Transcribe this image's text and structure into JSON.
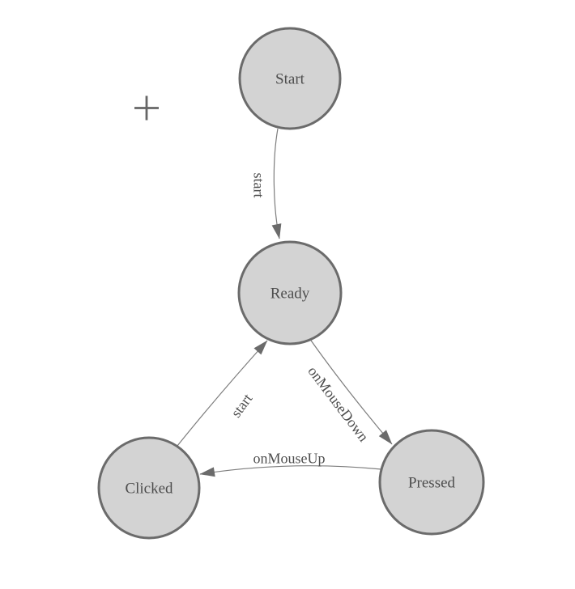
{
  "diagram": {
    "type": "state-machine",
    "nodes": [
      {
        "id": "start",
        "label": "Start"
      },
      {
        "id": "ready",
        "label": "Ready"
      },
      {
        "id": "clicked",
        "label": "Clicked"
      },
      {
        "id": "pressed",
        "label": "Pressed"
      }
    ],
    "edges": [
      {
        "from": "start",
        "to": "ready",
        "label": "start"
      },
      {
        "from": "ready",
        "to": "pressed",
        "label": "onMouseDown"
      },
      {
        "from": "pressed",
        "to": "clicked",
        "label": "onMouseUp"
      },
      {
        "from": "clicked",
        "to": "ready",
        "label": "start"
      }
    ]
  },
  "canvas": {
    "crosshair_cursor_visible": true
  },
  "colors": {
    "background": "#ffffff",
    "node_fill": "#d3d3d3",
    "node_stroke": "#6b6b6b",
    "edge_stroke": "#7d7d7d",
    "arrow_fill": "#6b6b6b",
    "label_text": "#4d4d4d",
    "crosshair": "#666666"
  }
}
